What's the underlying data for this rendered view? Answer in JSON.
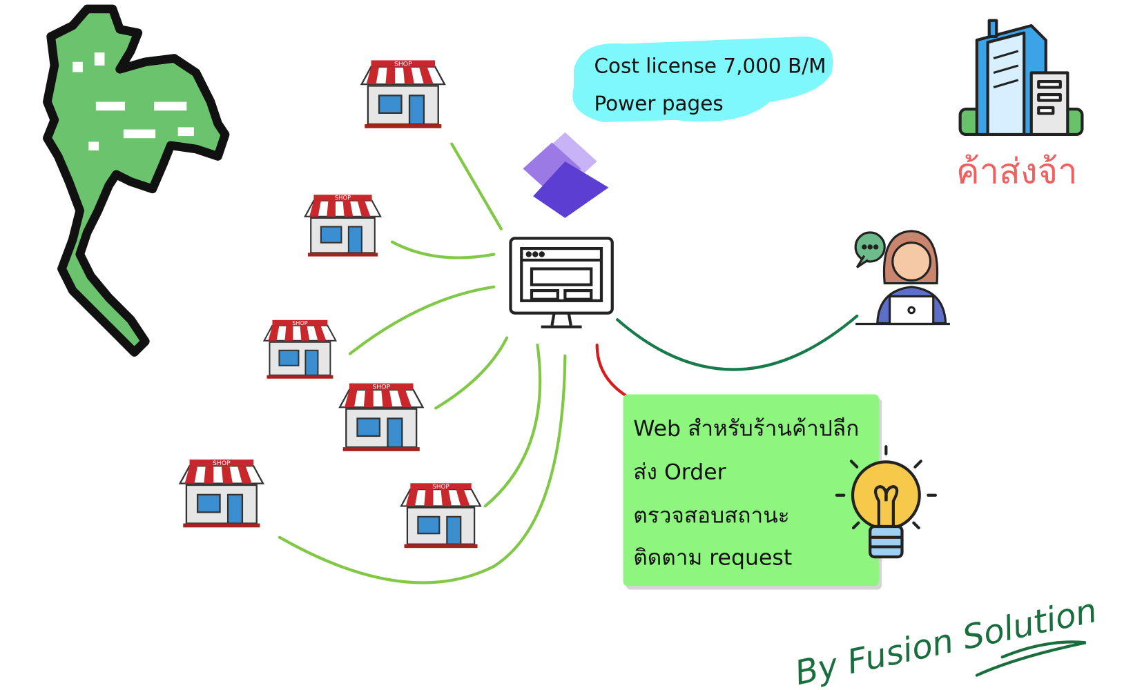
{
  "license_note": {
    "line1": "Cost license 7,000 B/M",
    "line2": "Power pages",
    "highlight_color": "#7ef8fb"
  },
  "wholesaler_label": "ค้าส่งจ้า",
  "shop_sign": "SHOP",
  "feature_note": {
    "lines": [
      "Web สำหรับร้านค้าปลีก",
      "ส่ง Order",
      "ตรวจสอบสถานะ",
      "ติดตาม request"
    ],
    "background": "#8ef57f"
  },
  "signature": "By Fusion Solution",
  "colors": {
    "map_green": "#6cc36d",
    "connector_light": "#80c845",
    "connector_dark": "#167a4a",
    "connector_red": "#d81a1a",
    "wholesaler_text": "#f06060",
    "signature": "#1a6e3e"
  },
  "icons": [
    "thailand-map-icon",
    "shop-icon",
    "power-pages-logo-icon",
    "web-monitor-icon",
    "office-building-icon",
    "support-agent-icon",
    "lightbulb-icon"
  ]
}
